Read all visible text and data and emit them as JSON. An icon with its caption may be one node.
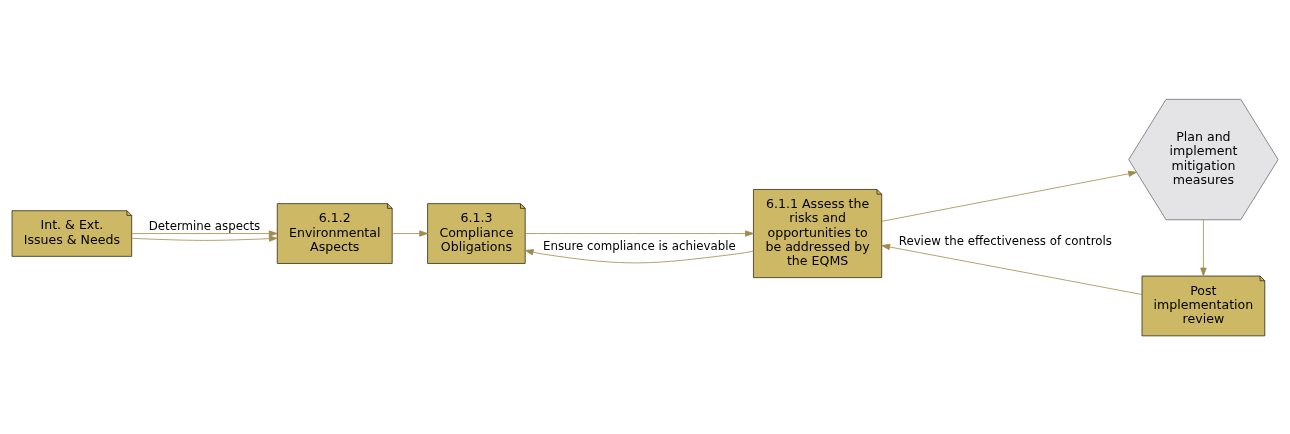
{
  "diagram": {
    "nodes": [
      {
        "text": [
          "Int. & Ext. Issues & Needs"
        ]
      },
      {
        "text": [
          "6.1.2 Environmental Aspects"
        ]
      },
      {
        "text": [
          "6.1.3 Compliance Obligations"
        ]
      },
      {
        "text": [
          "6.1.1 Assess the risks and opportunities to be addressed by the EQMS"
        ]
      },
      {
        "text": [
          "Plan and implement mitigation measures"
        ]
      },
      {
        "text": [
          "Post implementation review"
        ]
      }
    ],
    "edges": [
      {
        "from": 0,
        "to": 1,
        "arrow": "to",
        "label": "Determine aspects"
      },
      {
        "from": 0,
        "to": 1,
        "arrow": "to"
      },
      {
        "from": 1,
        "to": 2,
        "arrow": "to"
      },
      {
        "from": 2,
        "to": 3,
        "arrow": "to"
      },
      {
        "from": 3,
        "to": 2,
        "arrow": "to",
        "label": "Ensure compliance is achievable"
      },
      {
        "from": 3,
        "to": 4,
        "arrow": "to"
      },
      {
        "from": 4,
        "to": 5,
        "arrow": "to"
      },
      {
        "from": 5,
        "to": 3,
        "arrow": "to",
        "label": "Review the effectiveness of controls"
      }
    ]
  }
}
